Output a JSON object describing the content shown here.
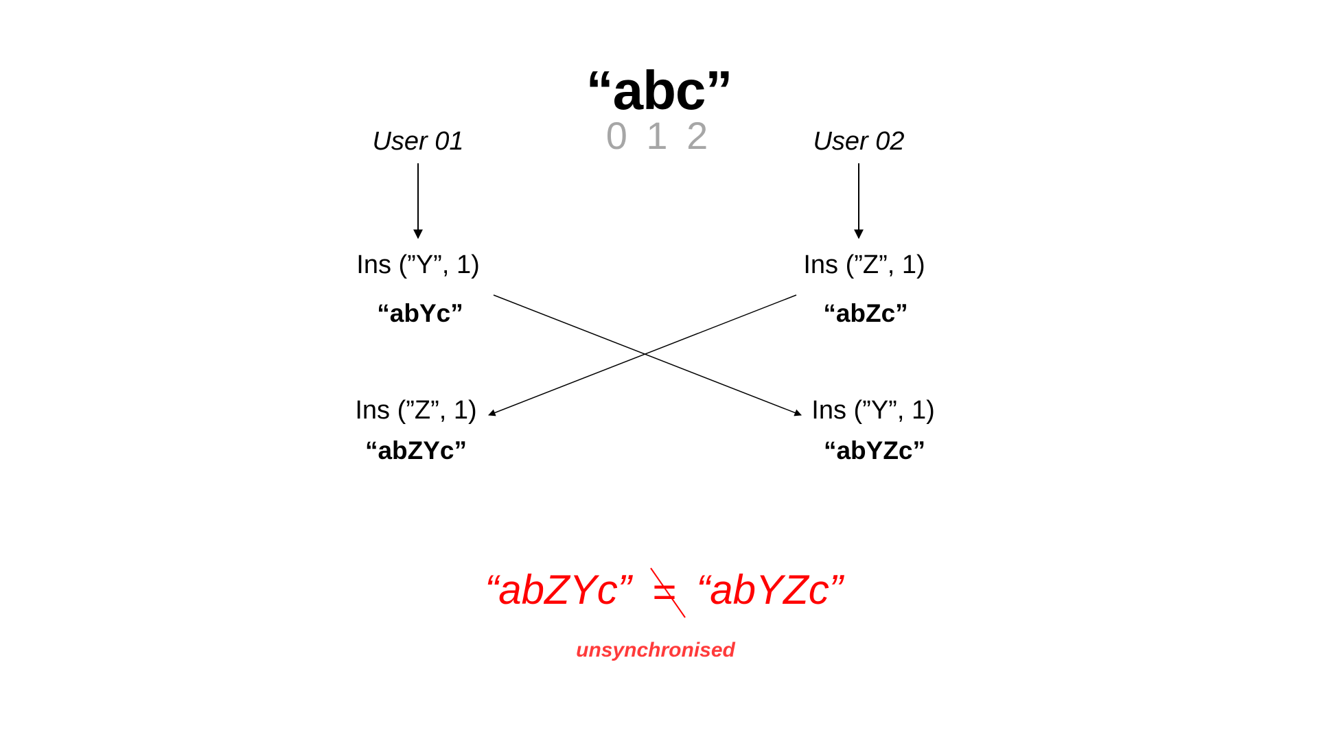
{
  "document": {
    "initial": "“abc”",
    "indices": "0 1 2"
  },
  "user_01": {
    "label": "User 01",
    "local_op": "Ins (”Y”, 1)",
    "local_state": "“abYc”",
    "remote_op": "Ins (”Z”, 1)",
    "final_state": "“abZYc”"
  },
  "user_02": {
    "label": "User 02",
    "local_op": "Ins (”Z”, 1)",
    "local_state": "“abZc”",
    "remote_op": "Ins (”Y”, 1)",
    "final_state": "“abYZc”"
  },
  "comparison": {
    "left": "“abZYc”",
    "symbol": "=",
    "right": "“abYZc”",
    "note": "unsynchronised"
  },
  "colors": {
    "conflict": "#ff0000",
    "index_gray": "#a6a6a6"
  }
}
